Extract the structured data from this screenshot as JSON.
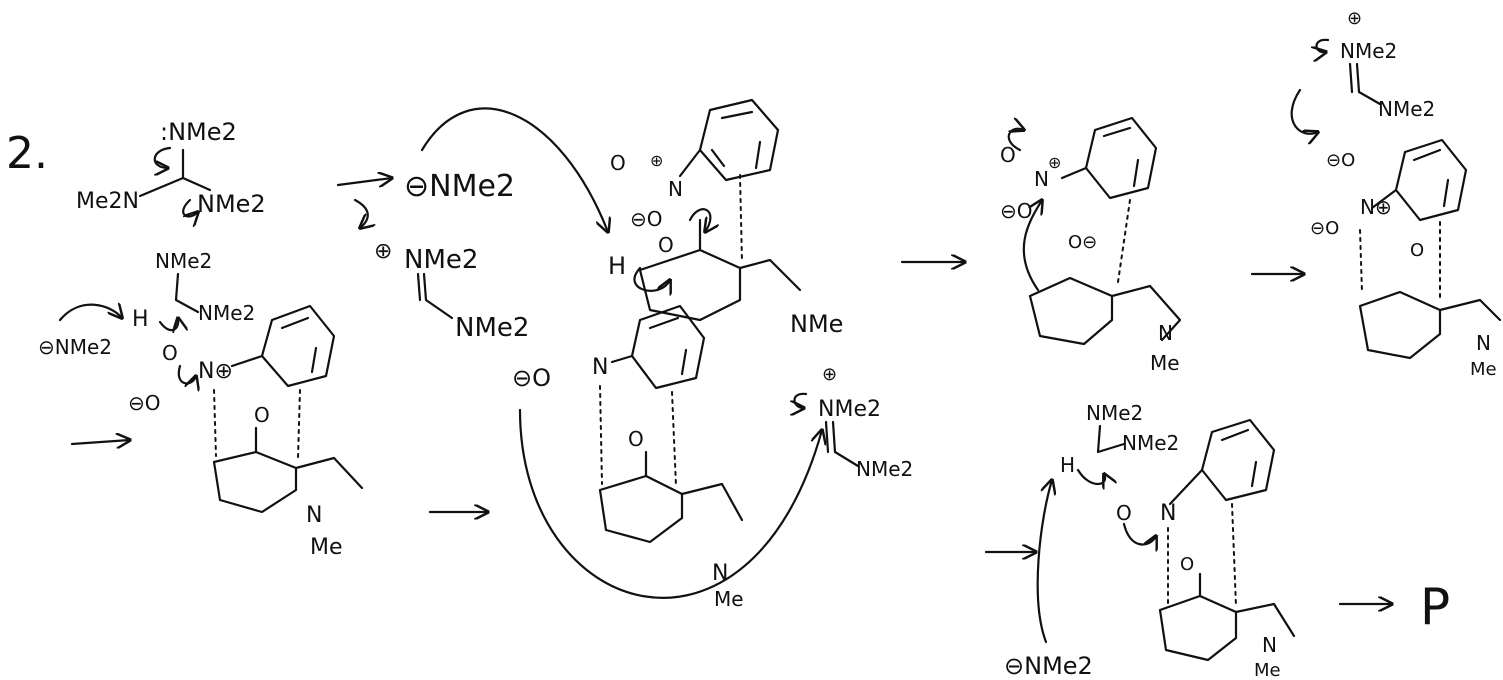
{
  "step_number": "2.",
  "product_label": "P",
  "reagents": {
    "nme2": "NMe2",
    "me2n": "Me2N",
    "lone_pair_nme2": ":NMe2",
    "anion_nme2": "⊖NMe2",
    "amidinium_top": "⊕",
    "amidinium_n": "NMe2",
    "amidinium_n2": "NMe2",
    "h": "H",
    "o": "O",
    "n": "N",
    "me": "Me",
    "o_minus": "⊖O",
    "n_plus": "N⊕",
    "nme": "NMe"
  }
}
